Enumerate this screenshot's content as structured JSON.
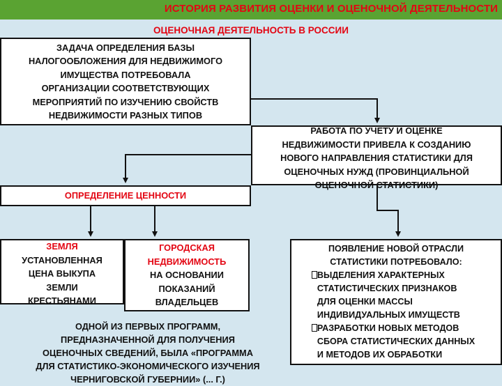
{
  "header": {
    "title": "ИСТОРИЯ РАЗВИТИЯ ОЦЕНКИ И ОЦЕНОЧНОЙ ДЕЯТЕЛЬНОСТИ"
  },
  "subtitle": "ОЦЕНОЧНАЯ ДЕЯТЕЛЬНОСТЬ В РОССИИ",
  "boxes": {
    "task": {
      "lines": [
        "ЗАДАЧА ОПРЕДЕЛЕНИЯ БАЗЫ",
        "НАЛОГООБЛОЖЕНИЯ ДЛЯ НЕДВИЖИМОГО",
        "ИМУЩЕСТВА ПОТРЕБОВАЛА",
        "ОРГАНИЗАЦИИ СООТВЕТСТВУЮЩИХ",
        "МЕРОПРИЯТИЙ ПО ИЗУЧЕНИЮ СВОЙСТВ",
        "НЕДВИЖИМОСТИ РАЗНЫХ ТИПОВ"
      ]
    },
    "statistics": {
      "lines": [
        "РАБОТА ПО УЧЕТУ И ОЦЕНКЕ",
        "НЕДВИЖИМОСТИ ПРИВЕЛА К СОЗДАНИЮ",
        "НОВОГО НАПРАВЛЕНИЯ СТАТИСТИКИ ДЛЯ",
        "ОЦЕНОЧНЫХ НУЖД (ПРОВИНЦИАЛЬНОЙ",
        "ОЦЕНОЧНОЙ СТАТИСТИКИ)"
      ]
    },
    "value": {
      "label": "ОПРЕДЕЛЕНИЕ ЦЕННОСТИ"
    },
    "land": {
      "title": "ЗЕМЛЯ",
      "lines": [
        "УСТАНОВЛЕННАЯ",
        "ЦЕНА ВЫКУПА",
        "ЗЕМЛИ",
        "КРЕСТЬЯНАМИ"
      ]
    },
    "urban": {
      "title_lines": [
        "ГОРОДСКАЯ",
        "НЕДВИЖИМОСТЬ"
      ],
      "lines": [
        "НА ОСНОВАНИИ",
        "ПОКАЗАНИЙ",
        "ВЛАДЕЛЬЦЕВ"
      ]
    },
    "new_branch": {
      "lines": [
        "ПОЯВЛЕНИЕ НОВОЙ ОТРАСЛИ",
        "СТАТИСТИКИ ПОТРЕБОВАЛО:",
        "ВЫДЕЛЕНИЯ ХАРАКТЕРНЫХ",
        "СТАТИСТИЧЕСКИХ ПРИЗНАКОВ",
        "ДЛЯ ОЦЕНКИ МАССЫ",
        "ИНДИВИДУАЛЬНЫХ ИМУЩЕСТВ",
        "РАЗРАБОТКИ НОВЫХ МЕТОДОВ",
        "СБОРА СТАТИСТИЧЕСКИХ ДАННЫХ",
        "И МЕТОДОВ ИХ ОБРАБОТКИ"
      ]
    }
  },
  "bottom_text": {
    "lines": [
      "ОДНОЙ ИЗ ПЕРВЫХ ПРОГРАММ,",
      "ПРЕДНАЗНАЧЕННОЙ ДЛЯ ПОЛУЧЕНИЯ",
      "ОЦЕНОЧНЫХ СВЕДЕНИЙ, БЫЛА «ПРОГРАММА",
      "ДЛЯ СТАТИСТИКО-ЭКОНОМИЧЕСКОГО ИЗУЧЕНИЯ",
      "ЧЕРНИГОВСКОЙ ГУБЕРНИИ» (... Г.)"
    ]
  },
  "colors": {
    "header_bg": "#5aa332",
    "accent_red": "#e30613",
    "page_bg": "#d4e6ef",
    "box_bg": "#ffffff"
  }
}
